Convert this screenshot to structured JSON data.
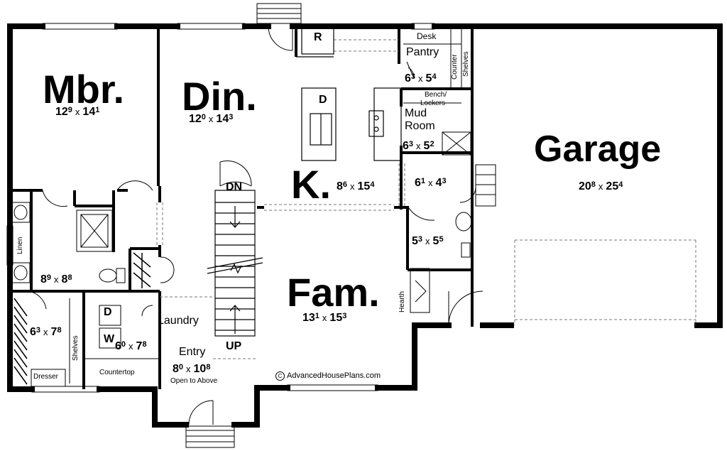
{
  "rooms": {
    "mbr": {
      "label": "Mbr.",
      "w": "12",
      "wi": "9",
      "h": "14",
      "hi": "1"
    },
    "din": {
      "label": "Din.",
      "w": "12",
      "wi": "0",
      "h": "14",
      "hi": "3"
    },
    "kit": {
      "label": "K.",
      "w": "8",
      "wi": "6",
      "h": "15",
      "hi": "4"
    },
    "garage": {
      "label": "Garage",
      "w": "20",
      "wi": "8",
      "h": "25",
      "hi": "4"
    },
    "fam": {
      "label": "Fam.",
      "w": "13",
      "wi": "1",
      "h": "15",
      "hi": "3"
    },
    "pantry": {
      "label": "Pantry",
      "w": "6",
      "wi": "3",
      "h": "5",
      "hi": "4"
    },
    "mud": {
      "label1": "Mud",
      "label2": "Room",
      "w": "6",
      "wi": "3",
      "h": "5",
      "hi": "2"
    },
    "hall_small": {
      "w": "6",
      "wi": "1",
      "h": "4",
      "hi": "3"
    },
    "bath_half": {
      "w": "5",
      "wi": "3",
      "h": "5",
      "hi": "5"
    },
    "master_bath": {
      "w": "8",
      "wi": "9",
      "h": "8",
      "hi": "8"
    },
    "closet": {
      "w": "6",
      "wi": "3",
      "h": "7",
      "hi": "8"
    },
    "laundry": {
      "label": "Laundry",
      "w": "6",
      "wi": "0",
      "h": "7",
      "hi": "8"
    },
    "entry": {
      "label": "Entry",
      "w": "8",
      "wi": "0",
      "h": "10",
      "hi": "8",
      "note": "Open to Above"
    }
  },
  "fixtures": {
    "desk": "Desk",
    "counter": "Counter",
    "shelves": "Shelves",
    "bench": "Bench/",
    "lockers": "Lockers",
    "fridge": "R",
    "dishwasher": "D",
    "dryer": "D",
    "washer": "W",
    "linen": "Linen",
    "dresser": "Dresser",
    "countertop": "Countertop",
    "hearth": "Hearth",
    "stair_up": "UP",
    "stair_dn": "DN"
  },
  "credit": {
    "symbol": "C",
    "text": "AdvancedHousePlans.com"
  },
  "colors": {
    "wall": "#000000",
    "line": "#000000",
    "light": "#777777",
    "background": "#ffffff"
  }
}
